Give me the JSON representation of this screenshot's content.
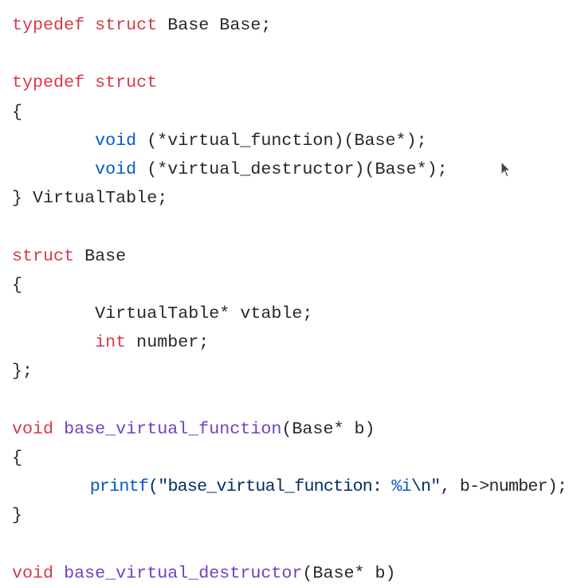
{
  "colors": {
    "kw": "#d73a49",
    "ty": "#005cc5",
    "fn": "#6f42c1",
    "str": "#032f62",
    "pl": "#24292e"
  },
  "lines": [
    [
      {
        "t": "typedef",
        "c": "kw"
      },
      {
        "t": " "
      },
      {
        "t": "struct",
        "c": "kw"
      },
      {
        "t": " Base Base;"
      }
    ],
    [],
    [
      {
        "t": "typedef",
        "c": "kw"
      },
      {
        "t": " "
      },
      {
        "t": "struct",
        "c": "kw"
      }
    ],
    [
      {
        "t": "{"
      }
    ],
    [
      {
        "t": "        "
      },
      {
        "t": "void",
        "c": "ty"
      },
      {
        "t": " (*virtual_function)(Base*);"
      }
    ],
    [
      {
        "t": "        "
      },
      {
        "t": "void",
        "c": "ty"
      },
      {
        "t": " (*virtual_destructor)(Base*);"
      }
    ],
    [
      {
        "t": "} VirtualTable;"
      }
    ],
    [],
    [
      {
        "t": "struct",
        "c": "kw"
      },
      {
        "t": " Base"
      }
    ],
    [
      {
        "t": "{"
      }
    ],
    [
      {
        "t": "        VirtualTable* vtable;"
      }
    ],
    [
      {
        "t": "        "
      },
      {
        "t": "int",
        "c": "kw"
      },
      {
        "t": " number;"
      }
    ],
    [
      {
        "t": "};"
      }
    ],
    [],
    [
      {
        "t": "void",
        "c": "kw"
      },
      {
        "t": " "
      },
      {
        "t": "base_virtual_function",
        "c": "fn"
      },
      {
        "t": "(Base* b)"
      }
    ],
    [
      {
        "t": "{"
      }
    ],
    [
      {
        "t": "        "
      },
      {
        "t": "printf",
        "c": "ty"
      },
      {
        "t": "(\"base_virtual_function: ",
        "c": "str"
      },
      {
        "t": "%i",
        "c": "ty"
      },
      {
        "t": "\\n\"",
        "c": "str"
      },
      {
        "t": ", b->number);"
      }
    ],
    [
      {
        "t": "}"
      }
    ],
    [],
    [
      {
        "t": "void",
        "c": "kw"
      },
      {
        "t": " "
      },
      {
        "t": "base_virtual_destructor",
        "c": "fn"
      },
      {
        "t": "(Base* b)"
      }
    ]
  ]
}
